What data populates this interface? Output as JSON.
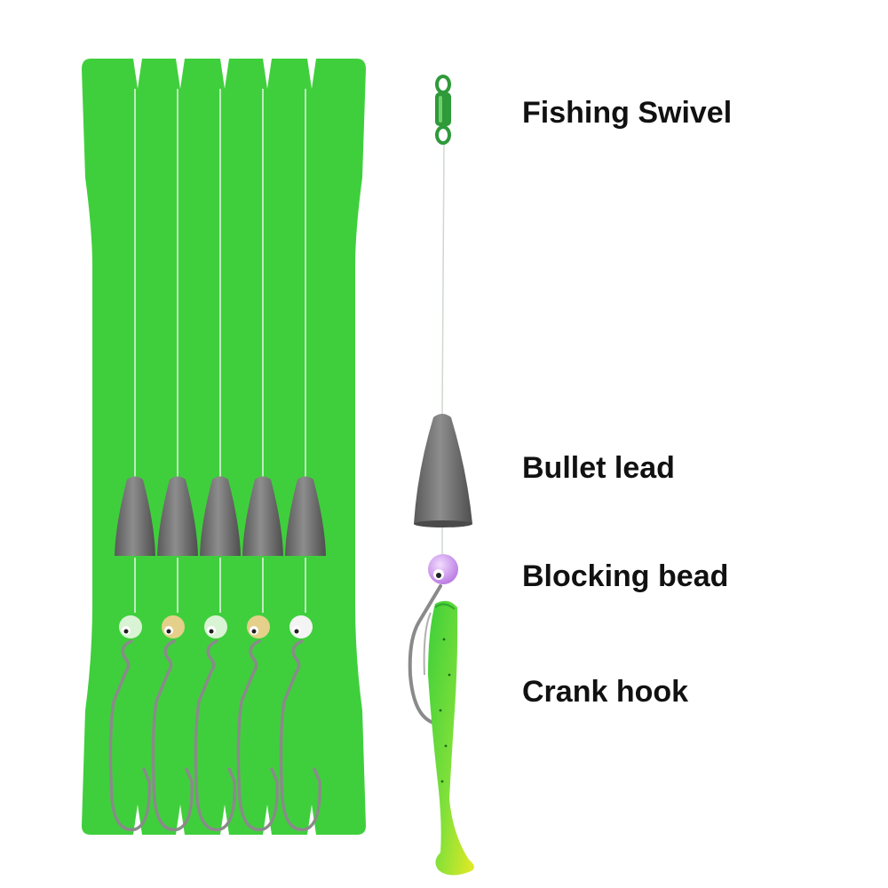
{
  "labels": {
    "fishing_swivel": "Fishing Swivel",
    "bullet_lead": "Bullet lead",
    "blocking_bead": "Blocking bead",
    "crank_hook": "Crank hook"
  },
  "colors": {
    "board": "#3fcf3c",
    "line": "#e8f5e8",
    "lead": "#6a6a6a",
    "hook": "#8a8a8a",
    "text": "#111111",
    "swivel": "#2e9a3a",
    "bead_purple": "#c98ce8",
    "bait_green": "#46d93a",
    "bait_yellow": "#e4e826"
  },
  "rig_board": {
    "rig_count": 5,
    "bead_colors": [
      "#d9f3d5",
      "#e4d08a",
      "#d9f3d5",
      "#e4d08a",
      "#f4f4f4"
    ]
  }
}
